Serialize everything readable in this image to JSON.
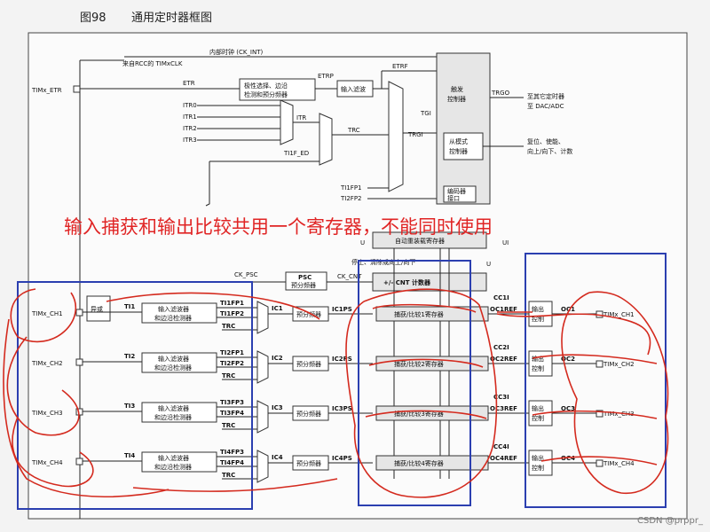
{
  "header": {
    "figure_number": "图98",
    "title": "通用定时器框图"
  },
  "annotation_text": "输入捕获和输出比较共用一个寄存器，不能同时使用",
  "watermark": "CSDN @prppr_",
  "clock_section": {
    "internal_clock": "内部时钟 (CK_INT)",
    "rcc_source": "来自RCC的 TIMxCLK",
    "timx_etr": "TIMx_ETR",
    "etr": "ETR",
    "etrp": "ETRP",
    "etrf": "ETRF",
    "polarity_block": [
      "极性选择、边沿",
      "检测和预分频器"
    ],
    "input_filter": "输入滤波",
    "itr_lines": [
      "ITR0",
      "ITR1",
      "ITR2",
      "ITR3"
    ],
    "itr": "ITR",
    "trc": "TRC",
    "ti1f_ed": "TI1F_ED",
    "tgi": "TGI",
    "trgi": "TRGI",
    "ti1fp1": "TI1FP1",
    "ti2fp2": "TI2FP2",
    "trigger_controller": [
      "触发",
      "控制器"
    ],
    "trgo": "TRGO",
    "to_other_timers": [
      "至其它定时器",
      "至 DAC/ADC"
    ],
    "slave_controller": [
      "从模式",
      "控制器"
    ],
    "slave_actions": [
      "复位、使能、",
      "向上/向下、计数"
    ],
    "encoder_interface": [
      "编码器",
      "接口"
    ]
  },
  "counter_section": {
    "auto_reload": "自动重装载寄存器",
    "u": "U",
    "ui": "UI",
    "stop_clear": "停止、清除或向上/向下",
    "ck_psc": "CK_PSC",
    "psc": "PSC",
    "prescaler": "预分频器",
    "ck_cnt": "CK_CNT",
    "cnt": "+/-   CNT 计数器"
  },
  "channels": [
    {
      "pin": "TIMx_CH1",
      "ti": "TI1",
      "filter": [
        "输入滤波器",
        "和边沿检测器"
      ],
      "fp_a": "TI1FP1",
      "fp_b": "TI1FP2",
      "trc": "TRC",
      "ic": "IC1",
      "presc": "预分频器",
      "icps": "IC1PS",
      "cc_reg": "捕获/比较1寄存器",
      "ccint": "CC1I",
      "ocref": "OC1REF",
      "out_ctrl": [
        "输出",
        "控制"
      ],
      "oc": "OC1"
    },
    {
      "pin": "TIMx_CH2",
      "ti": "TI2",
      "filter": [
        "输入滤波器",
        "和边沿检测器"
      ],
      "fp_a": "TI2FP1",
      "fp_b": "TI2FP2",
      "trc": "TRC",
      "ic": "IC2",
      "presc": "预分频器",
      "icps": "IC2PS",
      "cc_reg": "捕获/比较2寄存器",
      "ccint": "CC2I",
      "ocref": "OC2REF",
      "out_ctrl": [
        "输出",
        "控制"
      ],
      "oc": "OC2"
    },
    {
      "pin": "TIMx_CH3",
      "ti": "TI3",
      "filter": [
        "输入滤波器",
        "和边沿检测器"
      ],
      "fp_a": "TI3FP3",
      "fp_b": "TI3FP4",
      "trc": "TRC",
      "ic": "IC3",
      "presc": "预分频器",
      "icps": "IC3PS",
      "cc_reg": "捕获/比较3寄存器",
      "ccint": "CC3I",
      "ocref": "OC3REF",
      "out_ctrl": [
        "输出",
        "控制"
      ],
      "oc": "OC3"
    },
    {
      "pin": "TIMx_CH4",
      "ti": "TI4",
      "filter": [
        "输入滤波器",
        "和边沿检测器"
      ],
      "fp_a": "TI4FP3",
      "fp_b": "TI4FP4",
      "trc": "TRC",
      "ic": "IC4",
      "presc": "预分频器",
      "icps": "IC4PS",
      "cc_reg": "捕获/比较4寄存器",
      "ccint": "CC4I",
      "ocref": "OC4REF",
      "out_ctrl": [
        "输出",
        "控制"
      ],
      "oc": "OC4"
    }
  ],
  "xor_label": "异或"
}
